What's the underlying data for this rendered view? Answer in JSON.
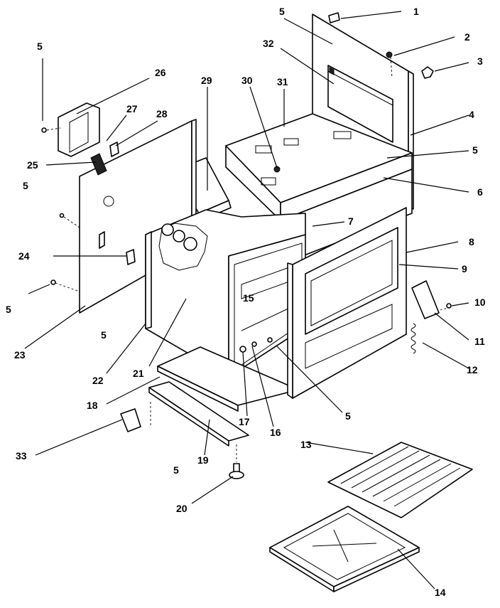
{
  "diagram": {
    "callouts": [
      "1",
      "2",
      "3",
      "4",
      "5",
      "6",
      "7",
      "8",
      "9",
      "10",
      "11",
      "12",
      "13",
      "14",
      "15",
      "16",
      "17",
      "18",
      "19",
      "20",
      "21",
      "22",
      "23",
      "24",
      "25",
      "26",
      "27",
      "28",
      "29",
      "30",
      "31",
      "32",
      "33"
    ],
    "repeated_label": "5"
  }
}
